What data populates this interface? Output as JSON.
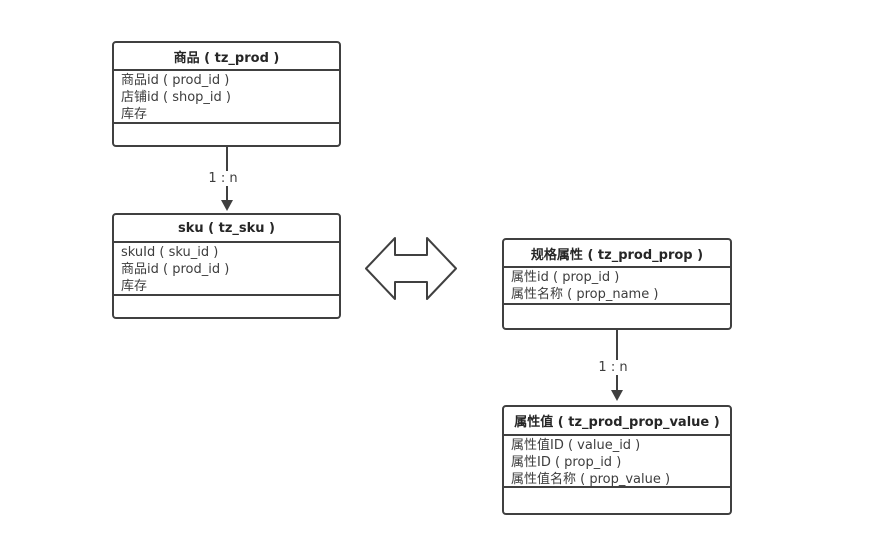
{
  "diagram": {
    "entities": [
      {
        "id": "prod",
        "title": "商品 ( tz_prod )",
        "fields": [
          "商品id ( prod_id )",
          "店铺id ( shop_id )",
          "库存"
        ]
      },
      {
        "id": "sku",
        "title": "sku ( tz_sku )",
        "fields": [
          "skuId ( sku_id )",
          "商品id ( prod_id )",
          "库存"
        ]
      },
      {
        "id": "prod_prop",
        "title": "规格属性 ( tz_prod_prop )",
        "fields": [
          "属性id ( prop_id )",
          "属性名称 ( prop_name )"
        ]
      },
      {
        "id": "prod_prop_value",
        "title": "属性值 ( tz_prod_prop_value )",
        "fields": [
          "属性值ID ( value_id )",
          "属性ID ( prop_id )",
          "属性值名称 ( prop_value )"
        ]
      }
    ],
    "relations": [
      {
        "from": "prod",
        "to": "sku",
        "label": "1 : n"
      },
      {
        "from": "prod_prop",
        "to": "prod_prop_value",
        "label": "1 : n"
      }
    ],
    "connector": {
      "type": "double-headed-arrow",
      "between": [
        "sku",
        "prod_prop"
      ]
    },
    "colors": {
      "line": "#404040",
      "text": "#3d3d3d",
      "title_text": "#262626",
      "background": "#ffffff"
    }
  }
}
